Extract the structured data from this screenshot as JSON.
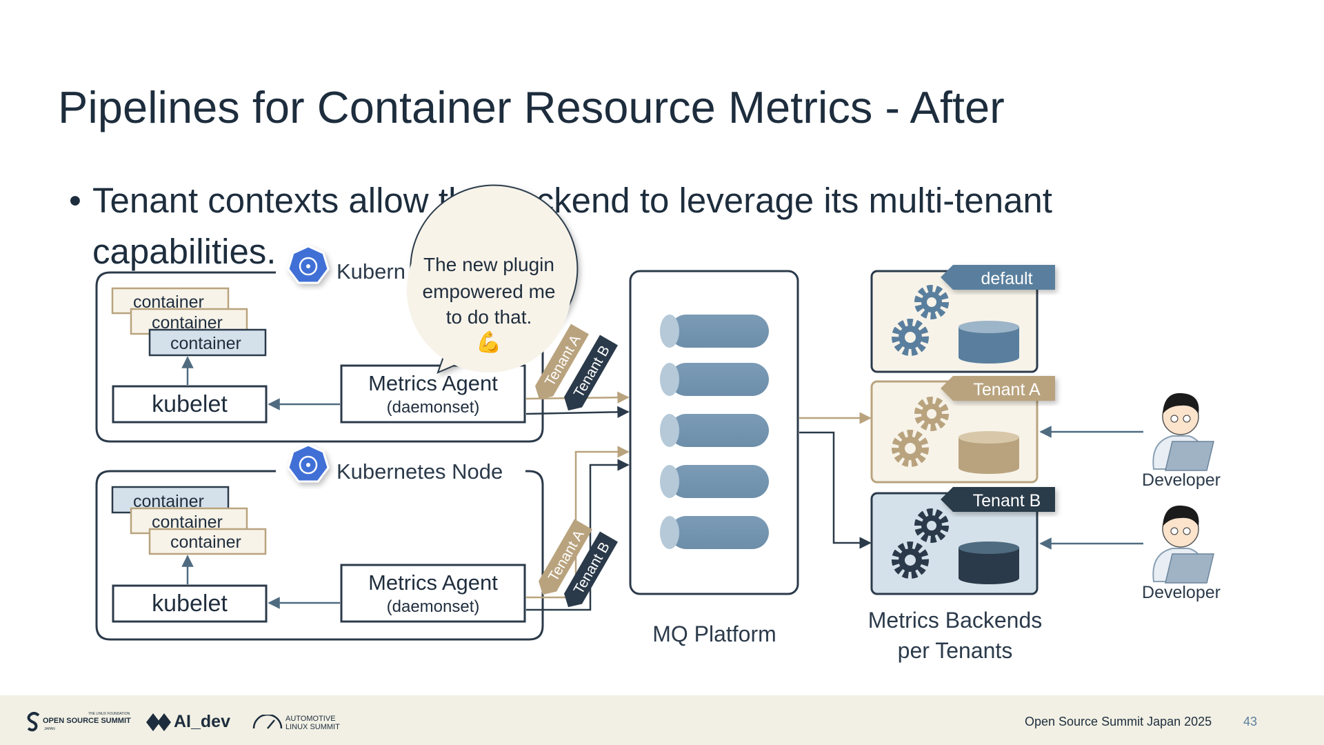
{
  "slide": {
    "title": "Pipelines for Container Resource Metrics - After",
    "bullet": "Tenant contexts allow the backend to leverage its multi-tenant capabilities."
  },
  "speech_bubble": {
    "line1": "The new plugin",
    "line2": "empowered me",
    "line3": "to do that.",
    "emoji": "💪"
  },
  "node_top": {
    "label": "Kubern",
    "containers": [
      "container",
      "container",
      "container"
    ],
    "kubelet": "kubelet",
    "agent": "Metrics Agent",
    "agent_sub": "(daemonset)"
  },
  "node_bottom": {
    "label": "Kubernetes Node",
    "containers": [
      "container",
      "container",
      "container"
    ],
    "kubelet": "kubelet",
    "agent": "Metrics Agent",
    "agent_sub": "(daemonset)"
  },
  "tenant_tags": {
    "a": "Tenant A",
    "b": "Tenant B"
  },
  "mq": {
    "label": "MQ Platform"
  },
  "backends": {
    "default": "default",
    "tenant_a": "Tenant A",
    "tenant_b": "Tenant B",
    "caption1": "Metrics Backends",
    "caption2": "per Tenants"
  },
  "developers": [
    "Developer",
    "Developer"
  ],
  "colors": {
    "dark": "#2b3a4a",
    "blue": "#5a7f9e",
    "tan": "#b9a37e",
    "light_blue": "#d5e1ea",
    "cream": "#f7f3e9",
    "footer": "#f2f0e4"
  },
  "footer": {
    "logo1": "OPEN SOURCE SUMMIT",
    "logo1_sup": "THE LINUX FOUNDATION",
    "logo1_sub": "JAPAN",
    "logo2": "AI_dev",
    "logo3a": "AUTOMOTIVE",
    "logo3b": "LINUX SUMMIT",
    "event": "Open Source Summit Japan 2025",
    "page": "43"
  }
}
